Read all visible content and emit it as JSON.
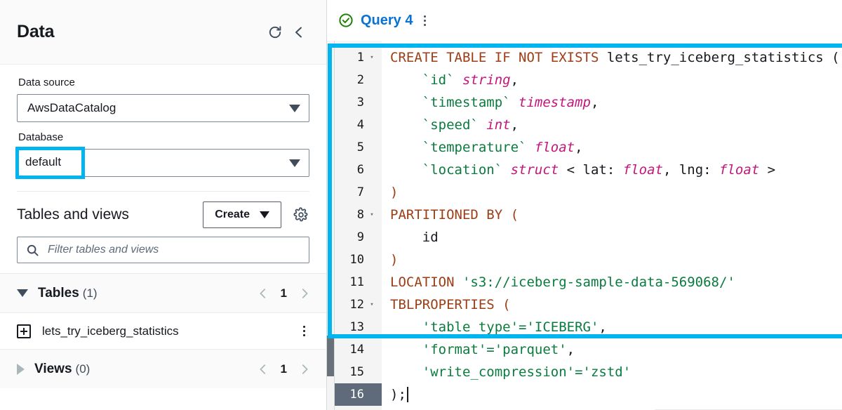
{
  "colors": {
    "annotation": "#00b4f0",
    "tab_link": "#0972d3",
    "status_ok": "#1d8102",
    "keyword": "#9c3d15",
    "identifier": "#0a7b3e",
    "type": "#c4157b",
    "active_line_gutter": "#5f6b7a"
  },
  "sidebar": {
    "title": "Data",
    "refresh_icon": "refresh-icon",
    "collapse_icon": "chevron-left-icon",
    "data_source": {
      "label": "Data source",
      "value": "AwsDataCatalog",
      "caret_icon": "caret-down-icon"
    },
    "database": {
      "label": "Database",
      "value": "default",
      "caret_icon": "caret-down-icon",
      "annotated": true
    },
    "tables_and_views": {
      "title": "Tables and views",
      "create_label": "Create",
      "create_caret_icon": "caret-down-icon",
      "settings_icon": "gear-icon",
      "filter_placeholder": "Filter tables and views",
      "filter_value": "",
      "search_icon": "search-icon"
    },
    "groups": [
      {
        "name": "Tables",
        "count": "(1)",
        "expanded": true,
        "page": "1",
        "prev_icon": "chevron-left-icon",
        "next_icon": "chevron-right-icon"
      },
      {
        "name": "Views",
        "count": "(0)",
        "expanded": false,
        "page": "1",
        "prev_icon": "chevron-left-icon",
        "next_icon": "chevron-right-icon"
      }
    ],
    "tables": [
      {
        "name": "lets_try_iceberg_statistics",
        "expand_icon": "plus-square-icon",
        "menu_icon": "kebab-menu-icon"
      }
    ]
  },
  "editor": {
    "tab": {
      "label": "Query 4",
      "status_icon": "check-circle-icon",
      "menu_icon": "kebab-menu-icon"
    },
    "active_line": 16,
    "annotated": true,
    "lines": [
      {
        "n": "1",
        "fold": true,
        "tokens": [
          {
            "t": "kw",
            "v": "CREATE TABLE IF NOT EXISTS "
          },
          {
            "t": "plain",
            "v": "lets_try_iceberg_statistics ("
          }
        ]
      },
      {
        "n": "2",
        "fold": false,
        "tokens": [
          {
            "t": "ident",
            "v": "    `id` "
          },
          {
            "t": "typ",
            "v": "string"
          },
          {
            "t": "plain",
            "v": ","
          }
        ]
      },
      {
        "n": "3",
        "fold": false,
        "tokens": [
          {
            "t": "ident",
            "v": "    `timestamp` "
          },
          {
            "t": "typ",
            "v": "timestamp"
          },
          {
            "t": "plain",
            "v": ","
          }
        ]
      },
      {
        "n": "4",
        "fold": false,
        "tokens": [
          {
            "t": "ident",
            "v": "    `speed` "
          },
          {
            "t": "typ",
            "v": "int"
          },
          {
            "t": "plain",
            "v": ","
          }
        ]
      },
      {
        "n": "5",
        "fold": false,
        "tokens": [
          {
            "t": "ident",
            "v": "    `temperature` "
          },
          {
            "t": "typ",
            "v": "float"
          },
          {
            "t": "plain",
            "v": ","
          }
        ]
      },
      {
        "n": "6",
        "fold": false,
        "tokens": [
          {
            "t": "ident",
            "v": "    `location` "
          },
          {
            "t": "typ",
            "v": "struct"
          },
          {
            "t": "plain",
            "v": " < lat: "
          },
          {
            "t": "typ",
            "v": "float"
          },
          {
            "t": "plain",
            "v": ", lng: "
          },
          {
            "t": "typ",
            "v": "float"
          },
          {
            "t": "plain",
            "v": " >"
          }
        ]
      },
      {
        "n": "7",
        "fold": false,
        "tokens": [
          {
            "t": "kw",
            "v": ")"
          }
        ]
      },
      {
        "n": "8",
        "fold": true,
        "tokens": [
          {
            "t": "kw",
            "v": "PARTITIONED BY ("
          }
        ]
      },
      {
        "n": "9",
        "fold": false,
        "tokens": [
          {
            "t": "plain",
            "v": "    id"
          }
        ]
      },
      {
        "n": "10",
        "fold": false,
        "tokens": [
          {
            "t": "kw",
            "v": ")"
          }
        ]
      },
      {
        "n": "11",
        "fold": false,
        "tokens": [
          {
            "t": "kw",
            "v": "LOCATION "
          },
          {
            "t": "str",
            "v": "'s3://iceberg-sample-data-569068/'"
          }
        ]
      },
      {
        "n": "12",
        "fold": true,
        "tokens": [
          {
            "t": "kw",
            "v": "TBLPROPERTIES ("
          }
        ]
      },
      {
        "n": "13",
        "fold": false,
        "tokens": [
          {
            "t": "str",
            "v": "    'table_type'='ICEBERG'"
          },
          {
            "t": "plain",
            "v": ","
          }
        ]
      },
      {
        "n": "14",
        "fold": false,
        "tokens": [
          {
            "t": "str",
            "v": "    'format'='parquet'"
          },
          {
            "t": "plain",
            "v": ","
          }
        ]
      },
      {
        "n": "15",
        "fold": false,
        "tokens": [
          {
            "t": "str",
            "v": "    'write_compression'='zstd'"
          }
        ]
      },
      {
        "n": "16",
        "fold": false,
        "active": true,
        "cursor": true,
        "tokens": [
          {
            "t": "plain",
            "v": ");"
          }
        ]
      }
    ]
  }
}
